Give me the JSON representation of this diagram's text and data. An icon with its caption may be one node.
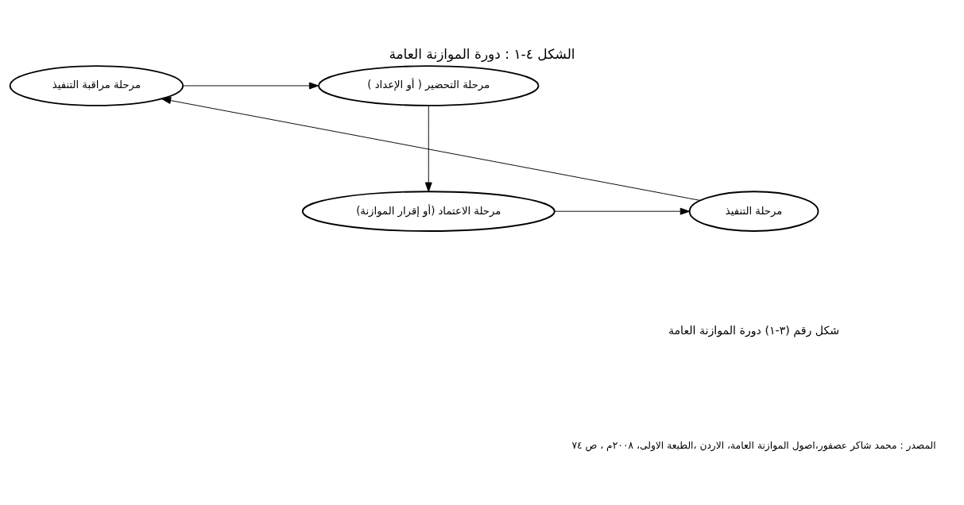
{
  "diagram": {
    "title": "الشكل ٤-١ : دورة الموازنة العامة",
    "nodes": [
      {
        "text": [
          "مرحلة مراقبة التنفيذ"
        ]
      },
      {
        "text": [
          "مرحلة التحضير ( أو الإعداد )"
        ]
      },
      {
        "text": [
          "مرحلة التنفيذ"
        ]
      },
      {
        "text": [
          "مرحلة الاعتماد (أو إقرار الموازنة)"
        ]
      }
    ],
    "edges": [
      {
        "from": 0,
        "to": 1,
        "arrow": "to"
      },
      {
        "from": 1,
        "to": 3,
        "arrow": "to"
      },
      {
        "from": 3,
        "to": 2,
        "arrow": "to"
      },
      {
        "from": 2,
        "to": 0,
        "arrow": "to"
      }
    ],
    "labels": [
      "شكل رقم (٣-١) دورة الموازنة العامة",
      "المصدر : محمد شاكر عصفور،اصول الموازنة العامة، الاردن ،الطبعة الاولى، ٢٠٠٨م ، ص ٧٤"
    ]
  }
}
